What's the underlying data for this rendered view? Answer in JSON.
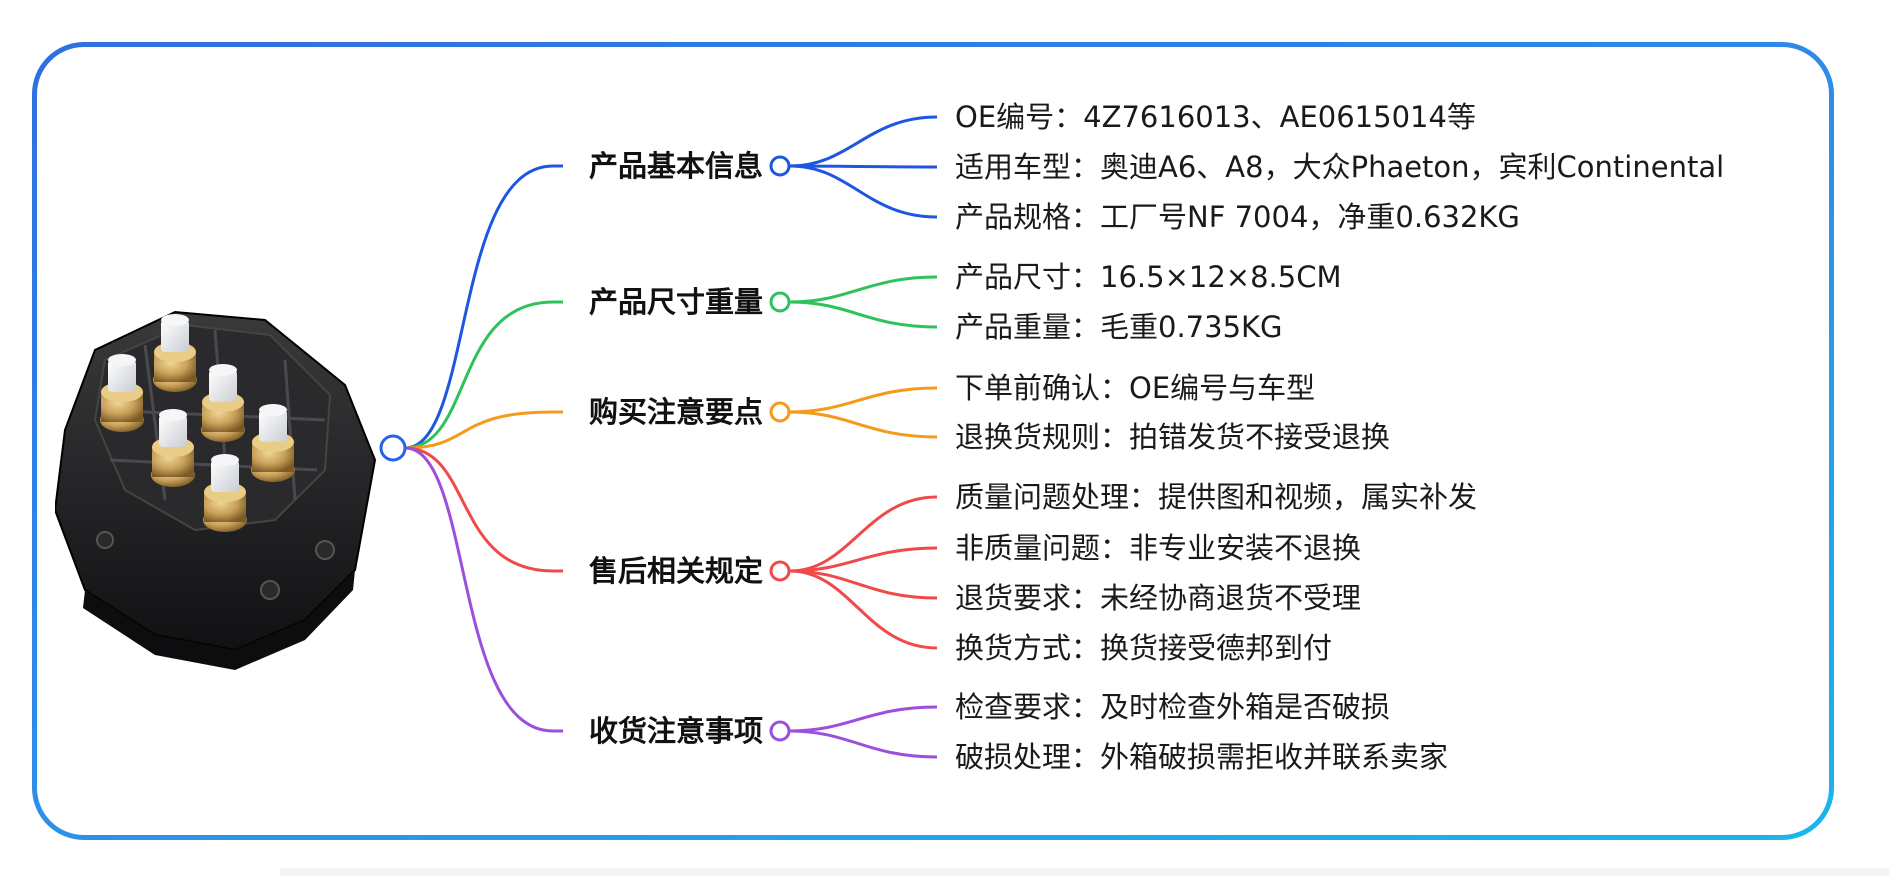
{
  "colors": {
    "frame_start": "#2f6fe0",
    "frame_end": "#19b6ea",
    "root_node": "#2563eb"
  },
  "product_image": {
    "icon": "air-suspension-valve-block-image",
    "body_color": "#1c1c1e",
    "fitting_color": "#c9a15a"
  },
  "branches": [
    {
      "key": "basic",
      "label": "产品基本信息",
      "color": "#1d56e0",
      "items": [
        "OE编号：4Z7616013、AE0615014等",
        "适用车型：奥迪A6、A8，大众Phaeton，宾利Continental",
        "产品规格：工厂号NF 7004，净重0.632KG"
      ]
    },
    {
      "key": "size",
      "label": "产品尺寸重量",
      "color": "#2ec25a",
      "items": [
        "产品尺寸：16.5×12×8.5CM",
        "产品重量：毛重0.735KG"
      ]
    },
    {
      "key": "buy",
      "label": "购买注意要点",
      "color": "#f59a1b",
      "items": [
        "下单前确认：OE编号与车型",
        "退换货规则：拍错发货不接受退换"
      ]
    },
    {
      "key": "after-sales",
      "label": "售后相关规定",
      "color": "#ef4a4a",
      "items": [
        "质量问题处理：提供图和视频，属实补发",
        "非质量问题：非专业安装不退换",
        "退货要求：未经协商退货不受理",
        "换货方式：换货接受德邦到付"
      ]
    },
    {
      "key": "receiving",
      "label": "收货注意事项",
      "color": "#9b4fdc",
      "items": [
        "检查要求：及时检查外箱是否破损",
        "破损处理：外箱破损需拒收并联系卖家"
      ]
    }
  ]
}
